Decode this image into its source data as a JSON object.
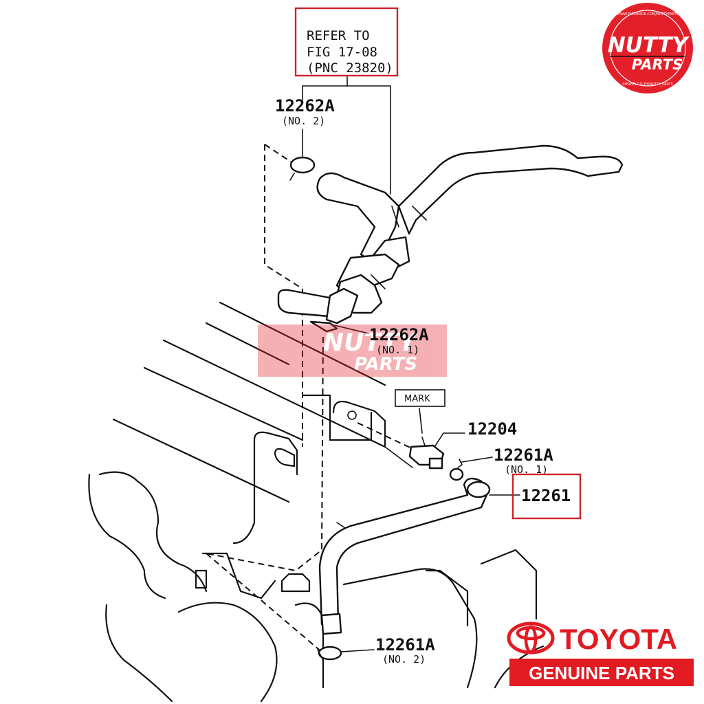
{
  "reference_box": {
    "line1": "REFER TO",
    "line2": "FIG 17-08",
    "line3": "(PNC 23820)"
  },
  "callouts": {
    "p12262a_top": {
      "code": "12262A",
      "sub": "(NO. 2)"
    },
    "p12262a_mid": {
      "code": "12262A",
      "sub": "(NO. 1)"
    },
    "p12204": {
      "code": "12204"
    },
    "p12261a_top": {
      "code": "12261A",
      "sub": "(NO. 1)"
    },
    "p12261": {
      "code": "12261"
    },
    "p12261a_bottom": {
      "code": "12261A",
      "sub": "(NO. 2)"
    },
    "mark": "MARK"
  },
  "logo": {
    "line1": "NUTTY",
    "line2": "PARTS",
    "ring_top": "WWW.FACEBOOK.COM/NUTTYPARTS",
    "ring_bottom": "SHOPEE.CO.TH/NUTTY_PARTS"
  },
  "watermark": {
    "line1": "NUTTY",
    "line2": "PARTS"
  },
  "toyota": {
    "name": "TOYOTA",
    "banner": "GENUINE PARTS"
  },
  "colors": {
    "highlight": "#d0202a",
    "logo_red": "#e3202a",
    "toyota_red": "#e21a22",
    "line": "#111111"
  }
}
